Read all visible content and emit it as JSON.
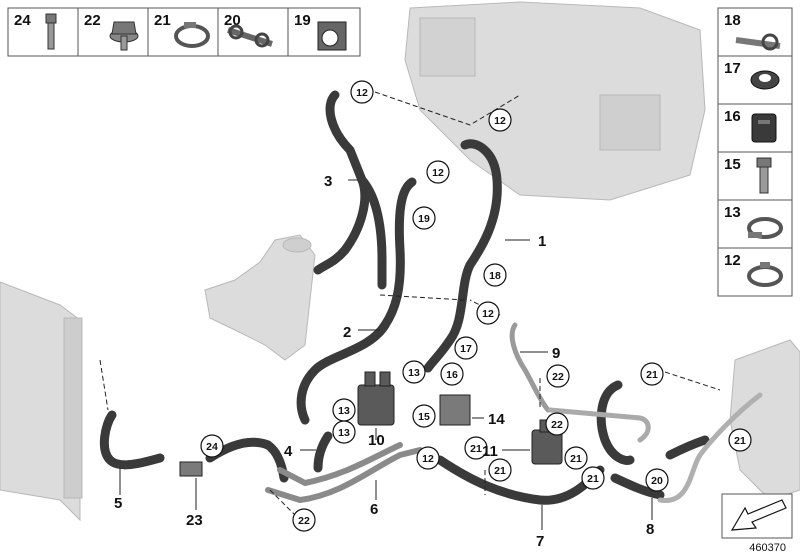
{
  "parts_top": [
    {
      "num": "24",
      "icon": "bolt-icon"
    },
    {
      "num": "22",
      "icon": "nut-washer-icon"
    },
    {
      "num": "21",
      "icon": "hose-clamp-icon"
    },
    {
      "num": "20",
      "icon": "double-clamp-icon"
    },
    {
      "num": "19",
      "icon": "clip-holder-icon"
    }
  ],
  "parts_side": [
    {
      "num": "18",
      "icon": "strap-clamp-icon"
    },
    {
      "num": "17",
      "icon": "grommet-icon"
    },
    {
      "num": "16",
      "icon": "rubber-mount-icon"
    },
    {
      "num": "15",
      "icon": "hex-bolt-icon"
    },
    {
      "num": "13",
      "icon": "screw-clamp-icon"
    },
    {
      "num": "12",
      "icon": "spring-clamp-icon"
    }
  ],
  "callouts": [
    "1",
    "2",
    "3",
    "4",
    "5",
    "6",
    "7",
    "8",
    "9",
    "10",
    "11",
    "14",
    "23"
  ],
  "circled": [
    "12",
    "12",
    "12",
    "12",
    "12",
    "19",
    "18",
    "17",
    "16",
    "15",
    "13",
    "13",
    "13",
    "22",
    "22",
    "22",
    "21",
    "21",
    "21",
    "21",
    "21",
    "21",
    "24",
    "20"
  ],
  "reference_number": "460370",
  "colors": {
    "hose": "#3a3a3a",
    "hose_highlight": "#6a6a6a",
    "background_parts": "#d8d8d8",
    "outline": "#222222"
  }
}
